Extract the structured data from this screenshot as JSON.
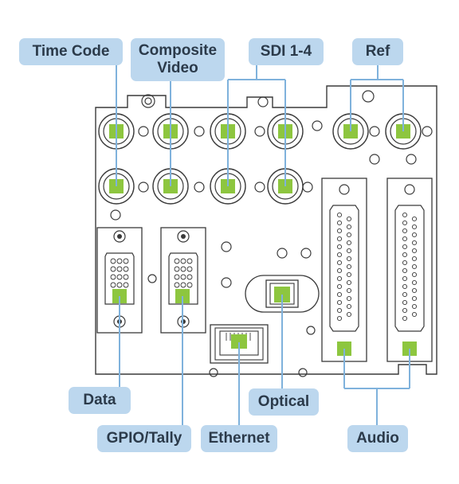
{
  "labels": {
    "time_code": "Time Code",
    "composite_video_line1": "Composite",
    "composite_video_line2": "Video",
    "sdi": "SDI 1-4",
    "ref": "Ref",
    "data": "Data",
    "gpio_tally": "GPIO/Tally",
    "ethernet": "Ethernet",
    "optical": "Optical",
    "audio": "Audio"
  },
  "colors": {
    "highlight": "#8dc63f",
    "label_fill": "#bcd7ee",
    "leader_line": "#7fb2dc",
    "panel_stroke": "#3a3a3a"
  }
}
